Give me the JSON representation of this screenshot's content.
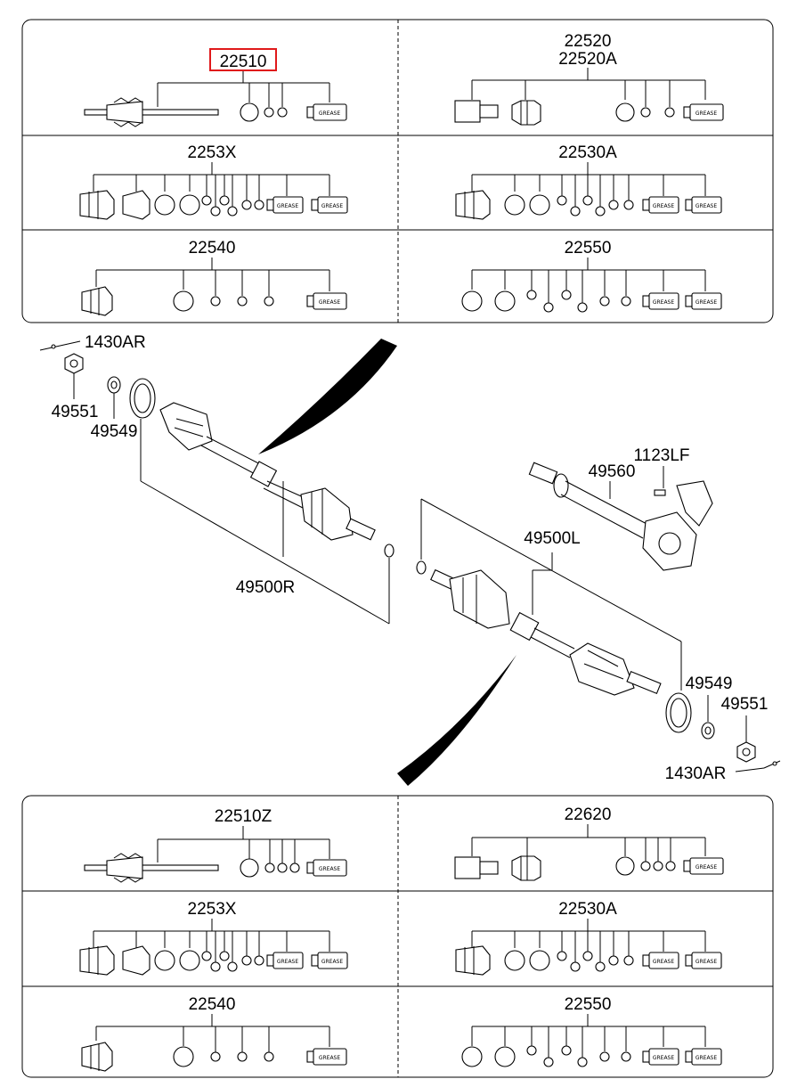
{
  "top_panel": {
    "cells": [
      {
        "label": "22510"
      },
      {
        "label": "22520",
        "label2": "22520A"
      },
      {
        "label": "2253X"
      },
      {
        "label": "22530A"
      },
      {
        "label": "22540"
      },
      {
        "label": "22550"
      }
    ]
  },
  "bottom_panel": {
    "cells": [
      {
        "label": "22510Z"
      },
      {
        "label": "22620"
      },
      {
        "label": "2253X"
      },
      {
        "label": "22530A"
      },
      {
        "label": "22540"
      },
      {
        "label": "22550"
      }
    ]
  },
  "grease_text": "GREASE",
  "callouts": {
    "p1430ar_left": "1430AR",
    "p49551_left": "49551",
    "p49549_left": "49549",
    "p49500r": "49500R",
    "p1123lf": "1123LF",
    "p49560": "49560",
    "p49500l": "49500L",
    "p49549_right": "49549",
    "p49551_right": "49551",
    "p1430ar_right": "1430AR"
  },
  "highlight_color": "#e0191b"
}
